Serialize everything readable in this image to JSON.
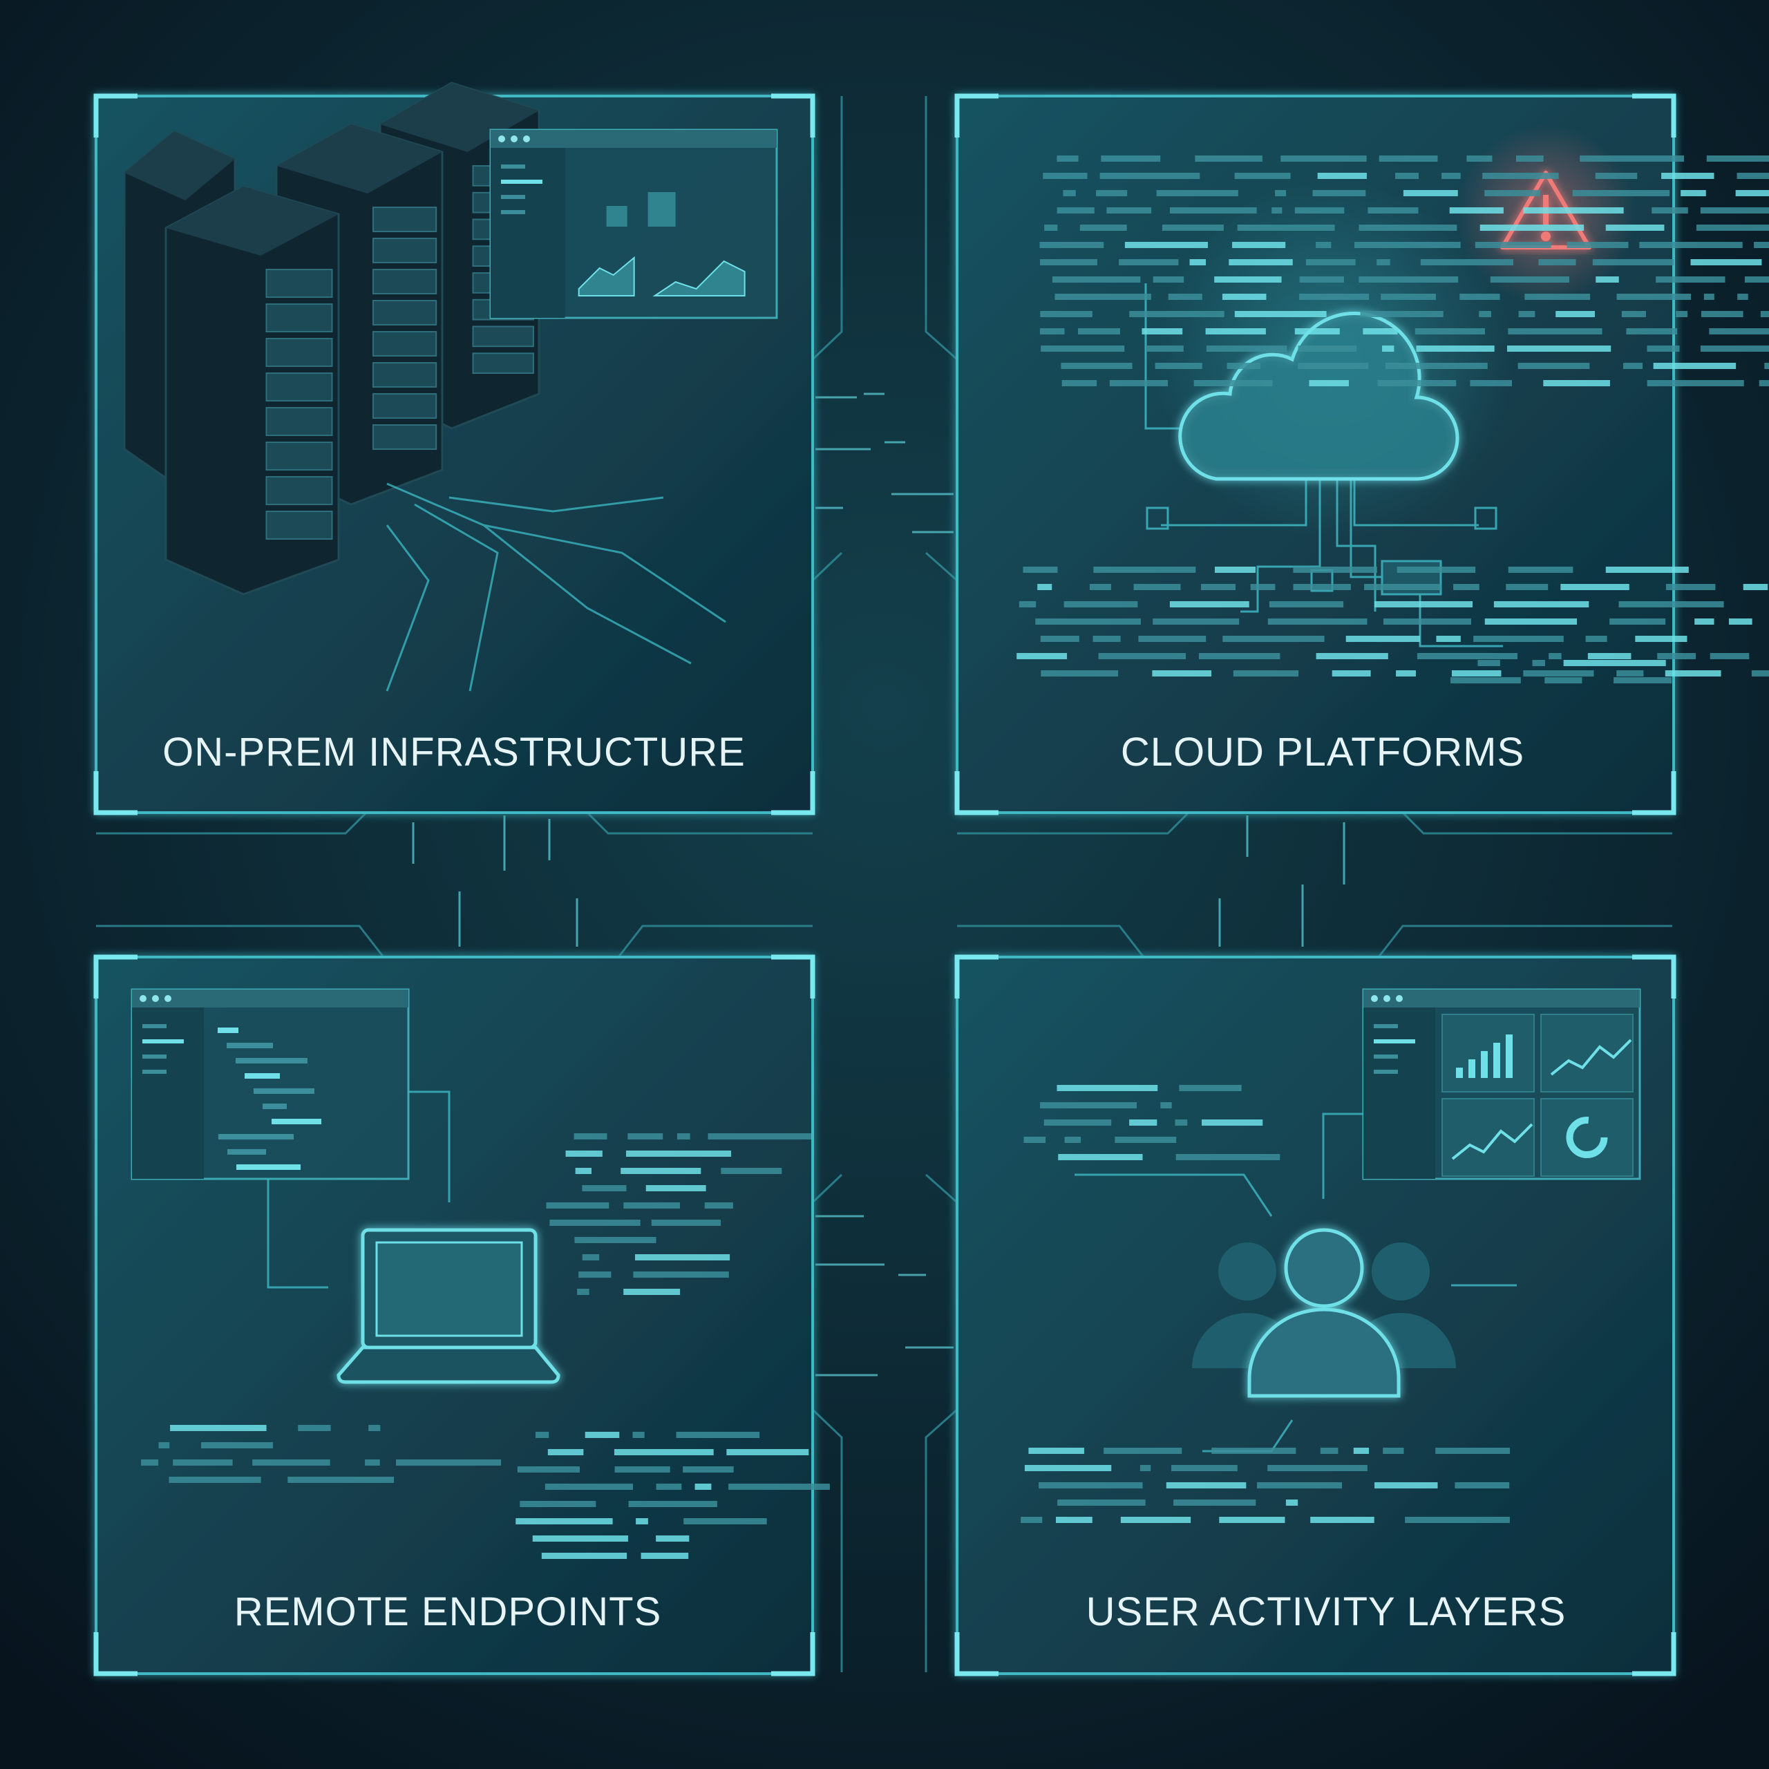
{
  "panels": [
    {
      "id": "on-prem",
      "label": "ON-PREM INFRASTRUCTURE"
    },
    {
      "id": "cloud",
      "label": "CLOUD PLATFORMS"
    },
    {
      "id": "remote",
      "label": "REMOTE ENDPOINTS"
    },
    {
      "id": "user-activity",
      "label": "USER ACTIVITY LAYERS"
    }
  ],
  "colors": {
    "background": "#0a1a26",
    "panel_border": "#3fb9c4",
    "accent": "#5fd3dc",
    "alert": "#f07a78"
  },
  "icons": [
    "server-rack-icon",
    "cloud-icon",
    "warning-icon",
    "laptop-icon",
    "users-icon",
    "dashboard-icon"
  ]
}
